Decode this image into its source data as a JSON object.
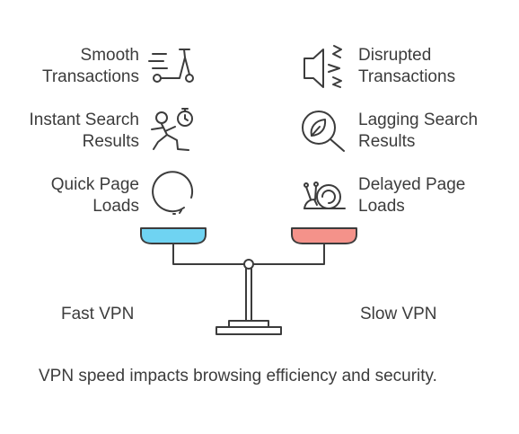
{
  "fast": {
    "label": "Fast VPN",
    "color": "#6fd3f2",
    "items": [
      {
        "line1": "Smooth",
        "line2": "Transactions",
        "icon": "scooter-icon"
      },
      {
        "line1": "Instant Search",
        "line2": "Results",
        "icon": "runner-stopwatch-icon"
      },
      {
        "line1": "Quick Page",
        "line2": "Loads",
        "icon": "dashed-circle-icon"
      }
    ]
  },
  "slow": {
    "label": "Slow VPN",
    "color": "#f4928a",
    "items": [
      {
        "line1": "Disrupted",
        "line2": "Transactions",
        "icon": "speaker-static-icon"
      },
      {
        "line1": "Lagging Search",
        "line2": "Results",
        "icon": "magnifier-leaf-icon"
      },
      {
        "line1": "Delayed Page",
        "line2": "Loads",
        "icon": "snail-icon"
      }
    ]
  },
  "caption": "VPN speed impacts browsing efficiency and security."
}
